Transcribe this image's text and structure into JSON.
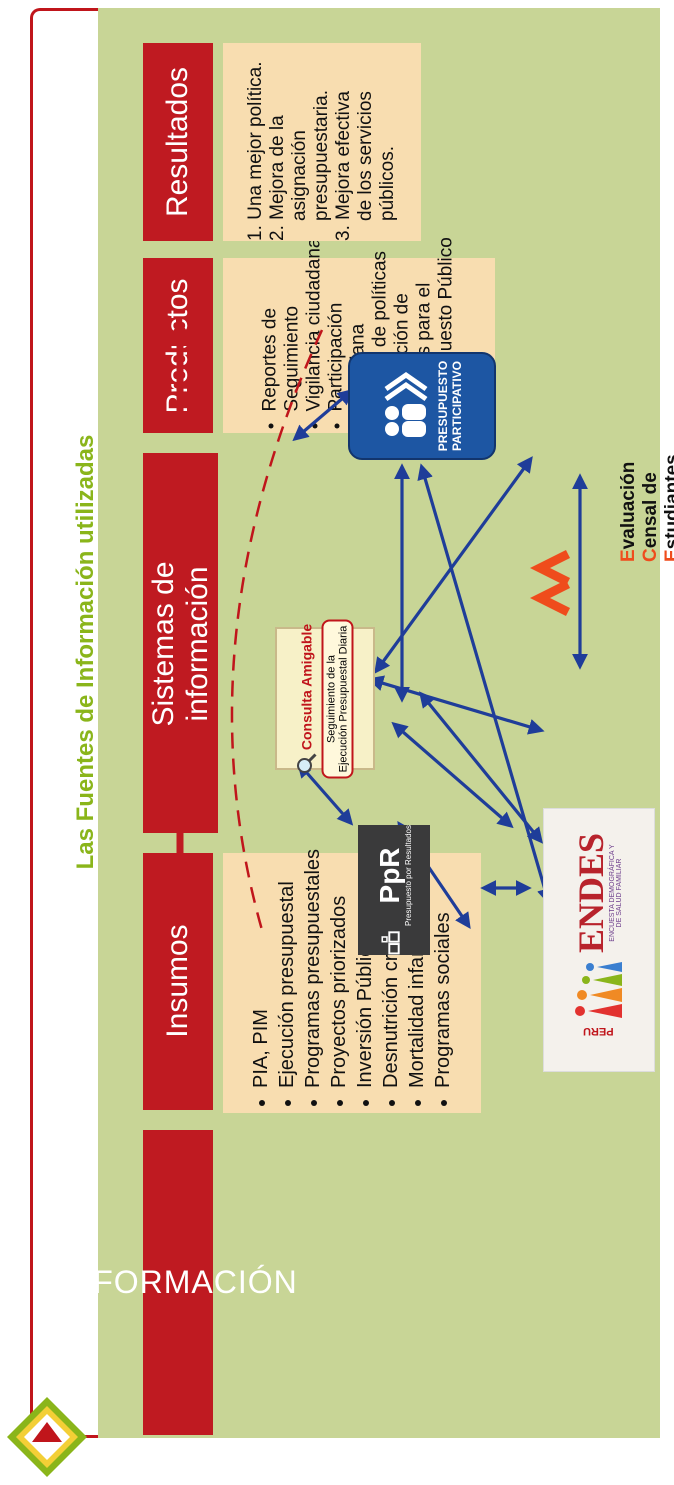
{
  "page_title": "Las Fuentes de Información utilizadas",
  "informacion_label": "INFORMACIÓN",
  "columns": {
    "insumos": {
      "title": "Insumos",
      "items": [
        "PIA, PIM",
        "Ejecución presupuestal",
        "Programas presupuestales",
        "Proyectos priorizados",
        "Inversión Pública",
        "Desnutrición crónica",
        "Mortalidad infantil / neonatal",
        "Programas sociales"
      ]
    },
    "sistemas": {
      "title_line1": "Sistemas de",
      "title_line2": "información"
    },
    "productos": {
      "title": "Productos",
      "items": [
        [
          "Reportes de",
          "Seguimiento"
        ],
        [
          "Vigilancia ciudadana"
        ],
        [
          "Participación",
          "ciudadana"
        ],
        [
          "Diseño de políticas"
        ],
        [
          "Exposición de",
          "motivos para el",
          "Presupuesto Público"
        ]
      ]
    },
    "resultados": {
      "title": "Resultados",
      "items": [
        [
          "1. Una mejor política."
        ],
        [
          "2. Mejora de la",
          "asignación",
          "presupuestaria."
        ],
        [
          "3. Mejora efectiva",
          "de los servicios",
          "públicos."
        ]
      ]
    }
  },
  "sources": {
    "consulta": {
      "name": "Consulta Amigable",
      "sub1": "Seguimiento de la",
      "sub2": "Ejecución Presupuestal Diaria"
    },
    "ppr": {
      "name": "PpR",
      "sub": "Presupuesto por Resultados"
    },
    "presupuesto_participativo": {
      "line1": "PRESUPUESTO",
      "line2": "PARTICIPATIVO"
    },
    "ece": {
      "line1": "valuación",
      "line2": "ensal de",
      "line3": "studiantes",
      "l1": "E",
      "l2": "C",
      "l3": "E"
    },
    "endes": {
      "name": "ENDES",
      "side": "PERU",
      "sub1": "ENCUESTA DEMOGRÁFICA Y",
      "sub2": "DE SALUD FAMILIAR"
    }
  },
  "colors": {
    "header_red": "#bf1a21",
    "panel": "#f8ddb0",
    "background": "#c8d596",
    "arrow_blue": "#1f3d99",
    "title_green": "#8ab51a",
    "ece_orange": "#ef4c1c"
  }
}
